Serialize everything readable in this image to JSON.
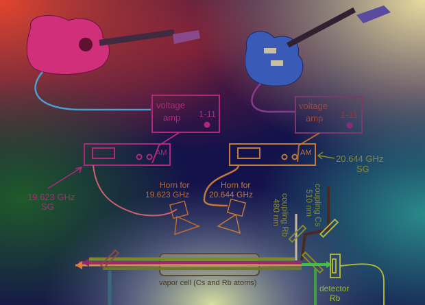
{
  "amp_left": {
    "line1": "voltage",
    "line2": "amp",
    "range": "1-11"
  },
  "amp_right": {
    "line1": "voltage",
    "line2": "amp",
    "range": "1-11"
  },
  "sg_left": {
    "am_label": "AM",
    "freq": "19.623 GHz",
    "unit": "SG"
  },
  "sg_right": {
    "am_label": "AM",
    "freq": "20.644 GHz",
    "unit": "SG"
  },
  "horn_left": {
    "line1": "Horn for",
    "line2": "19.623 GHz"
  },
  "horn_right": {
    "line1": "Horn for",
    "line2": "20.644 GHz"
  },
  "coupling_rb": {
    "line1": "coupling Rb",
    "line2": "480 nm"
  },
  "coupling_cs": {
    "line1": "coupling Cs",
    "line2": "510 nm"
  },
  "vapor_cell": {
    "label": "vapor cell (Cs and Rb atoms)"
  },
  "detector": {
    "line1": "detector",
    "line2": "Rb"
  },
  "colors": {
    "magenta": "#b0287a",
    "orange": "#c07a3a",
    "olive": "#8a8a2a",
    "yellow": "#c8d040"
  }
}
